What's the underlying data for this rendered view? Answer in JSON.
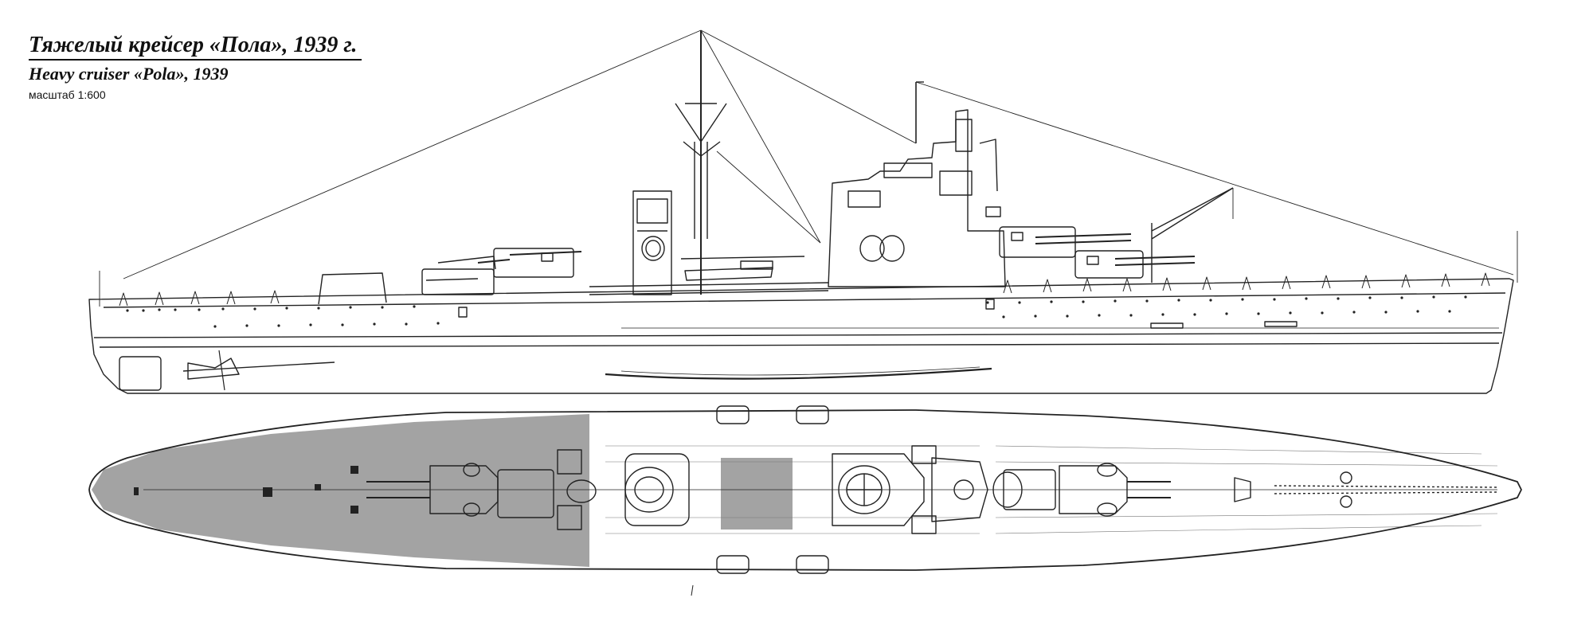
{
  "title": {
    "russian": "Тяжелый крейсер «Пола», 1939 г.",
    "english": "Heavy cruiser «Pola», 1939",
    "scale": "масштаб 1:600"
  },
  "colors": {
    "line": "#222222",
    "deck_tone": "#a3a3a3",
    "paper": "#ffffff"
  }
}
